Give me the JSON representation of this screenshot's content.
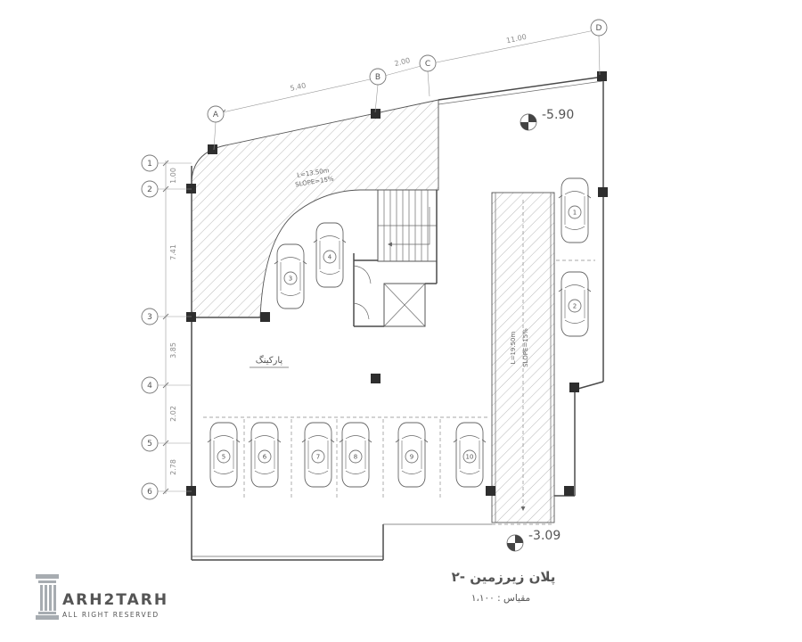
{
  "drawing": {
    "title": "پلان زیرزمین -۲",
    "scale": "مقیاس : ۱،۱۰۰",
    "levels": {
      "upper": "-5.90",
      "lower": "-3.09"
    },
    "area_label": "پارکینگ"
  },
  "logo": {
    "text": "ARH2TARH",
    "tagline": "ALL RIGHT RESERVED"
  },
  "grid": {
    "columns": [
      "A",
      "B",
      "C",
      "D"
    ],
    "rows": [
      "1",
      "2",
      "3",
      "4",
      "5",
      "6"
    ]
  },
  "ramps": {
    "curved": {
      "length": "L=13.50m",
      "slope": "SLOPE=15%"
    },
    "straight": {
      "length": "L=19.50m",
      "slope": "SLOPE=15%"
    }
  },
  "dims": {
    "left": [
      "1.00",
      "7.41",
      "3.85",
      "2.02",
      "2.78"
    ],
    "top": [
      "5.40",
      "2.00",
      "11.00"
    ]
  },
  "spots": {
    "right": [
      "1",
      "2"
    ],
    "center": [
      "3",
      "4"
    ],
    "bottom": [
      "5",
      "6",
      "7",
      "8",
      "9",
      "10"
    ]
  }
}
